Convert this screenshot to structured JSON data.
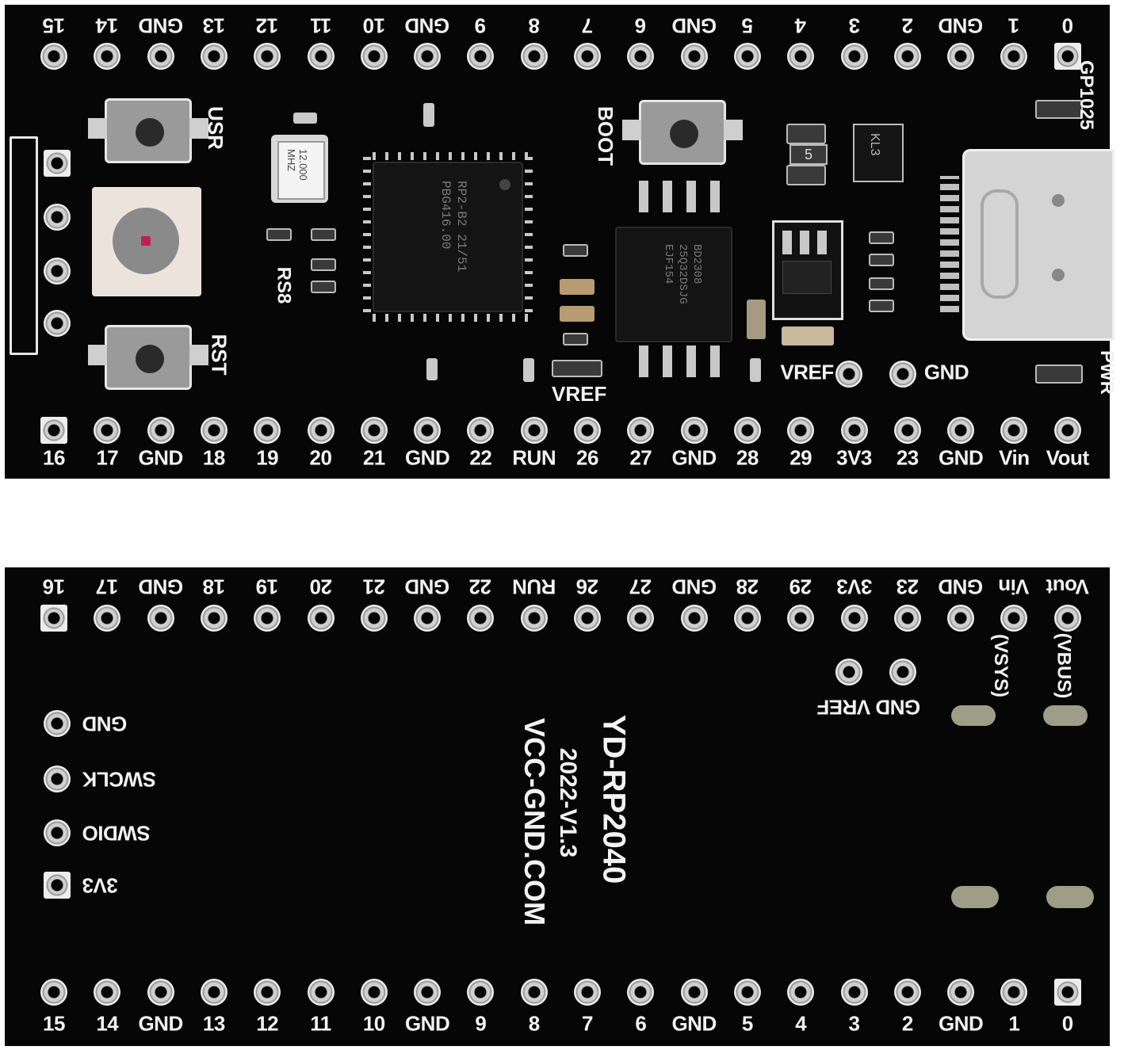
{
  "top_board": {
    "top_labels": [
      "15",
      "14",
      "GND",
      "13",
      "12",
      "11",
      "10",
      "GND",
      "9",
      "8",
      "7",
      "6",
      "GND",
      "5",
      "4",
      "3",
      "2",
      "GND",
      "1",
      "0"
    ],
    "bottom_labels": [
      "16",
      "17",
      "GND",
      "18",
      "19",
      "20",
      "21",
      "GND",
      "22",
      "RUN",
      "26",
      "27",
      "GND",
      "28",
      "29",
      "3V3",
      "23",
      "GND",
      "Vin",
      "Vout"
    ],
    "usr_label": "USR",
    "rst_label": "RST",
    "rs8_label": "RS8",
    "boot_label": "BOOT",
    "vref_label": "VREF",
    "vref_pad_label": "VREF",
    "gnd_pad_label": "GND",
    "gp25_label": "GP1025",
    "pwr_label": "PWR",
    "crystal_text": [
      "12.000",
      "MHZ"
    ],
    "mcu_text": [
      "RP2-B2  21/51",
      "PBG416.00"
    ],
    "flash_text": [
      "BD2308",
      "25Q32DSJG",
      "EJF154"
    ],
    "reg_text": "KL3",
    "cap_text": "5"
  },
  "bottom_board": {
    "top_labels": [
      "16",
      "17",
      "GND",
      "18",
      "19",
      "20",
      "21",
      "GND",
      "22",
      "RUN",
      "26",
      "27",
      "GND",
      "28",
      "29",
      "3V3",
      "23",
      "GND",
      "Vin",
      "Vout"
    ],
    "bottom_labels": [
      "15",
      "14",
      "GND",
      "13",
      "12",
      "11",
      "10",
      "GND",
      "9",
      "8",
      "7",
      "6",
      "GND",
      "5",
      "4",
      "3",
      "2",
      "GND",
      "1",
      "0"
    ],
    "swd_labels": [
      "GND",
      "SWCLK",
      "SWDIO",
      "3V3"
    ],
    "pad_labels": "GND VREF",
    "vsys_label": "(VSYS)",
    "vbus_label": "(VBUS)",
    "title": "YD-RP2040",
    "version": "2022-V1.3",
    "website": "VCC-GND.COM"
  }
}
